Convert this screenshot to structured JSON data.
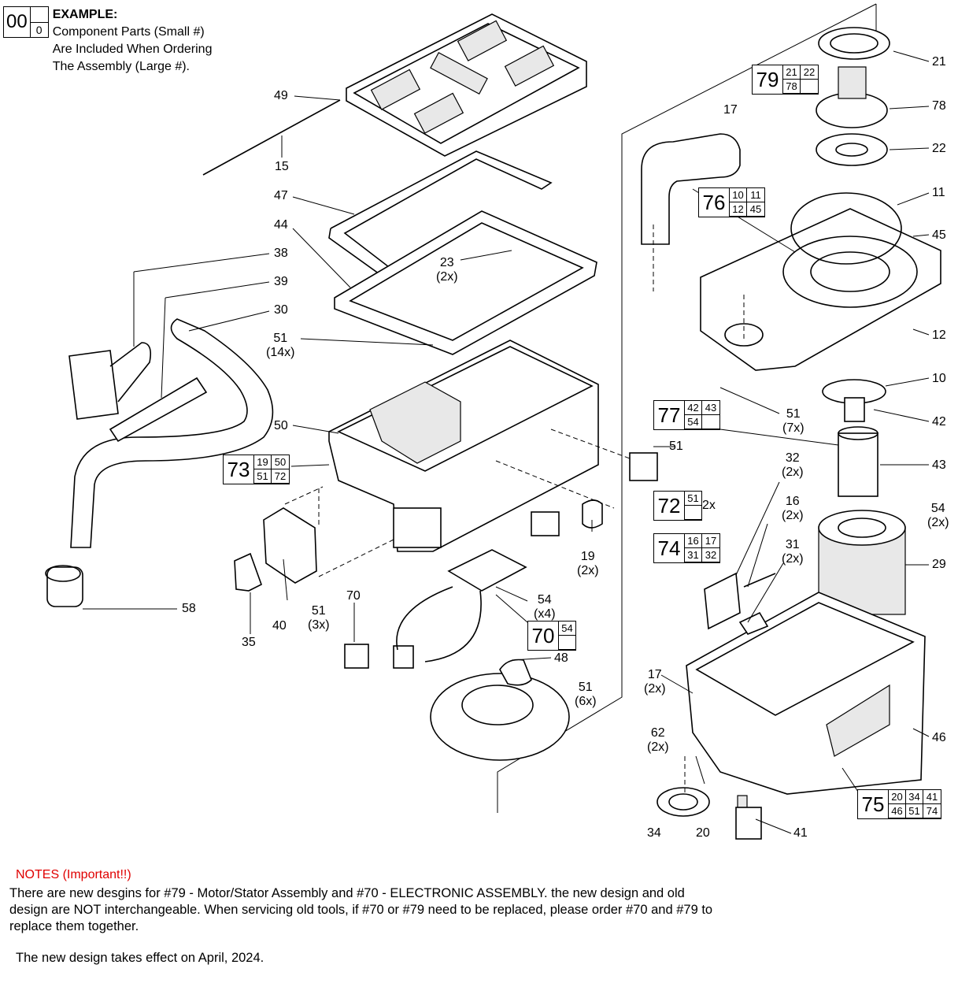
{
  "legend": {
    "big_number": "00",
    "small_number": "0",
    "heading": "EXAMPLE:",
    "line1": "Component Parts (Small #)",
    "line2": "Are Included When Ordering",
    "line3": "The Assembly (Large #)."
  },
  "callouts": {
    "c21": "21",
    "c78": "78",
    "c22": "22",
    "c11": "11",
    "c45": "45",
    "c12": "12",
    "c10": "10",
    "c42": "42",
    "c43": "43",
    "c29": "29",
    "c46": "46",
    "c41": "41",
    "c20": "20",
    "c34": "34",
    "c62": "62",
    "c62q": "(2x)",
    "c17r": "17",
    "c17rq": "(2x)",
    "c17t": "17",
    "c49": "49",
    "c15": "15",
    "c47": "47",
    "c44": "44",
    "c38": "38",
    "c39": "39",
    "c30": "30",
    "c23": "23",
    "c23q": "(2x)",
    "c51a": "51",
    "c51aq": "(14x)",
    "c50": "50",
    "c51b": "51",
    "c19": "19",
    "c19q": "(2x)",
    "c54a": "54",
    "c54aq": "(x4)",
    "c70": "70",
    "c48": "48",
    "c51c": "51",
    "c51cq": "(6x)",
    "c51d": "51",
    "c51dq": "(3x)",
    "c40": "40",
    "c35": "35",
    "c58": "58",
    "c51e": "51",
    "c51eq": "(7x)",
    "c32": "32",
    "c32q": "(2x)",
    "c16": "16",
    "c16q": "(2x)",
    "c31": "31",
    "c31q": "(2x)",
    "c54b": "54",
    "c54bq": "(2x)",
    "c72q": "2x"
  },
  "kits": {
    "k79": {
      "big": "79",
      "parts": [
        "21",
        "22",
        "78",
        ""
      ]
    },
    "k76": {
      "big": "76",
      "parts": [
        "10",
        "11",
        "12",
        "45"
      ]
    },
    "k77": {
      "big": "77",
      "parts": [
        "42",
        "43",
        "54",
        ""
      ]
    },
    "k73": {
      "big": "73",
      "parts": [
        "19",
        "50",
        "51",
        "72"
      ]
    },
    "k72": {
      "big": "72",
      "parts": [
        "51",
        ""
      ]
    },
    "k74": {
      "big": "74",
      "parts": [
        "16",
        "17",
        "31",
        "32"
      ]
    },
    "k70": {
      "big": "70",
      "parts": [
        "54",
        ""
      ]
    },
    "k75": {
      "big": "75",
      "parts": [
        "20",
        "34",
        "41",
        "46",
        "51",
        "74"
      ]
    }
  },
  "notes": {
    "title": "NOTES (Important!!)",
    "body": "There are new desgins for #79 - Motor/Stator Assembly and #70 - ELECTRONIC ASSEMBLY. the new design and old design are NOT interchangeable. When servicing old tools, if #70 or #79 need to be replaced, please order #70 and #79 to replace them together.",
    "date_line": "The new design takes effect on April, 2024."
  }
}
